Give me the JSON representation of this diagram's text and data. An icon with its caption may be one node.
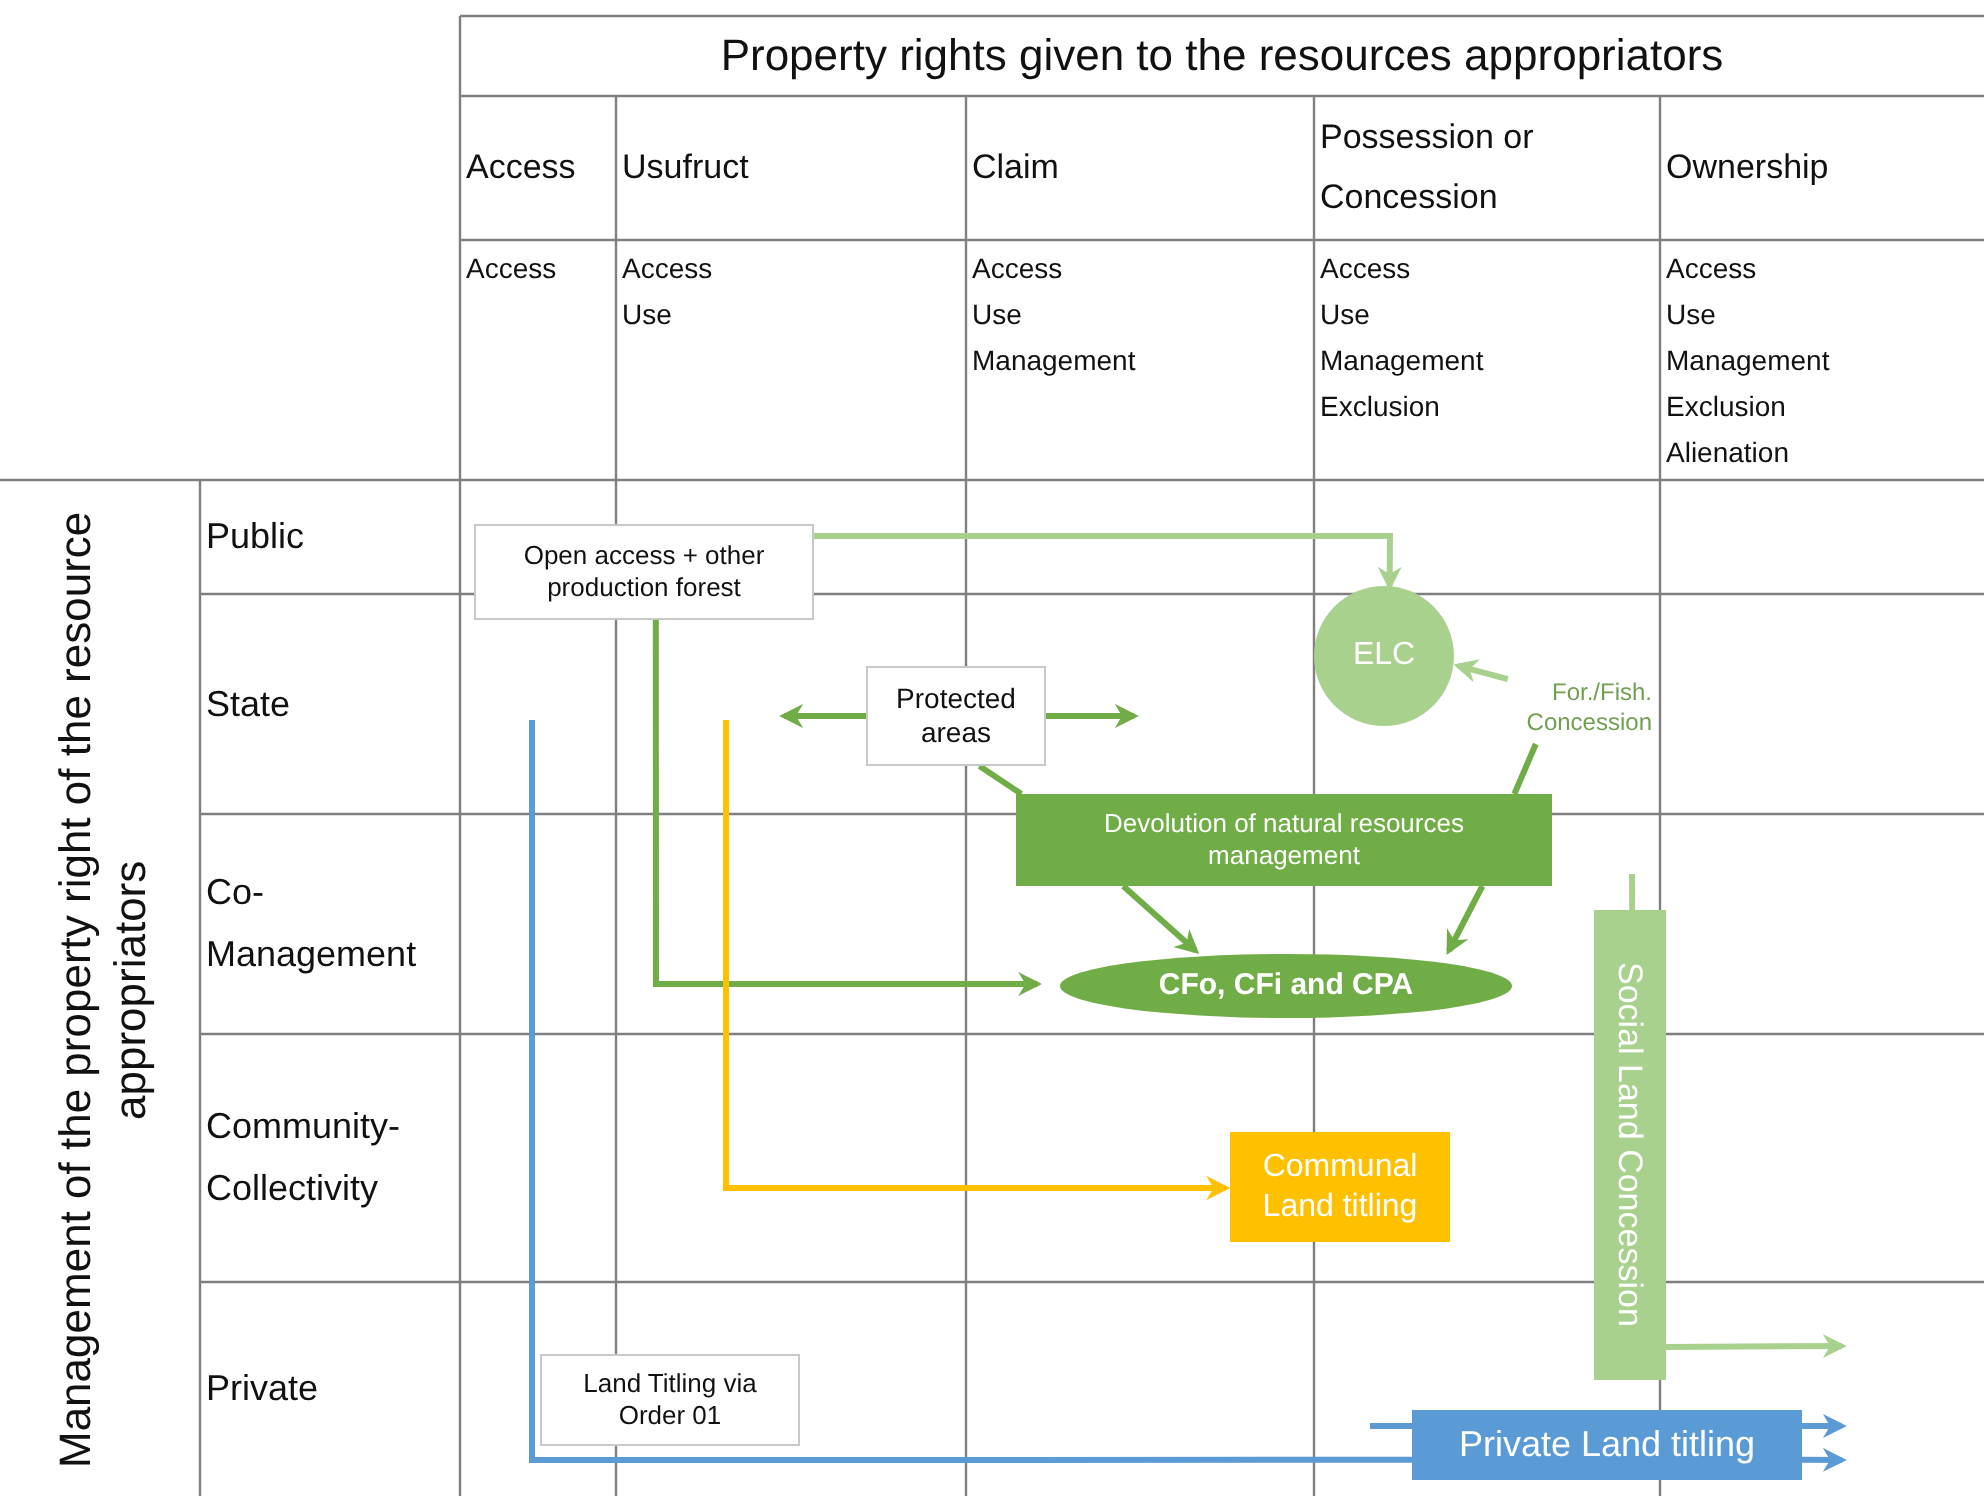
{
  "diagram": {
    "nodes": [
      {
        "text": [
          "Open access + other production forest"
        ]
      },
      {
        "text": [
          "Protected areas"
        ]
      },
      {
        "text": [
          "ELC"
        ]
      },
      {
        "text": [
          "For./Fish. Concession"
        ]
      },
      {
        "text": [
          "Devolution of natural resources management"
        ]
      },
      {
        "text": [
          "CFo, CFi and CPA"
        ]
      },
      {
        "text": [
          "Communal Land titling"
        ]
      },
      {
        "text": [
          "Social Land Concession"
        ]
      },
      {
        "text": [
          "Land Titling via Order 01"
        ]
      },
      {
        "text": [
          "Private Land titling"
        ]
      }
    ],
    "edges": [
      {
        "from": 0,
        "to": 2,
        "arrow": "to",
        "color": "#a9d18e"
      },
      {
        "from": 0,
        "to": 5,
        "arrow": "to"
      },
      {
        "from": 1,
        "to": null,
        "arrow": "to"
      },
      {
        "from": 1,
        "to": null,
        "arrow": "to"
      },
      {
        "from": 1,
        "to": 4,
        "arrow": "none"
      },
      {
        "from": 4,
        "to": 5,
        "arrow": "to"
      },
      {
        "from": 3,
        "to": 4,
        "arrow": "none"
      },
      {
        "from": 4,
        "to": 5,
        "arrow": "to"
      },
      {
        "from": 3,
        "to": 2,
        "arrow": "to",
        "color": "#a9d18e"
      },
      {
        "from": null,
        "to": 6,
        "arrow": "to",
        "color": "#ffc000"
      },
      {
        "from": null,
        "to": 9,
        "arrow": "none",
        "color": "#5b9bd5"
      },
      {
        "from": 9,
        "to": null,
        "arrow": "to",
        "color": "#5b9bd5"
      },
      {
        "from": 9,
        "to": null,
        "arrow": "to",
        "color": "#5b9bd5"
      },
      {
        "from": null,
        "to": 9,
        "arrow": "none",
        "color": "#5b9bd5"
      },
      {
        "from": null,
        "to": 7,
        "arrow": "none",
        "color": "#a9d18e"
      },
      {
        "from": 7,
        "to": null,
        "arrow": "to",
        "color": "#a9d18e"
      }
    ],
    "labels": [
      "Property rights given to the resources appropriators",
      "Access",
      "Usufruct",
      "Claim",
      "Possession or Concession",
      "Ownership",
      "Access",
      "Access",
      "Access",
      "Access",
      "Access",
      "Use",
      "Use",
      "Use",
      "Use",
      "Management",
      "Management",
      "Management",
      "Exclusion",
      "Exclusion",
      "Alienation",
      "Management of the property right of the resource appropriators",
      "Public",
      "State",
      "Co-Management",
      "Community-Collectivity",
      "Private"
    ]
  }
}
